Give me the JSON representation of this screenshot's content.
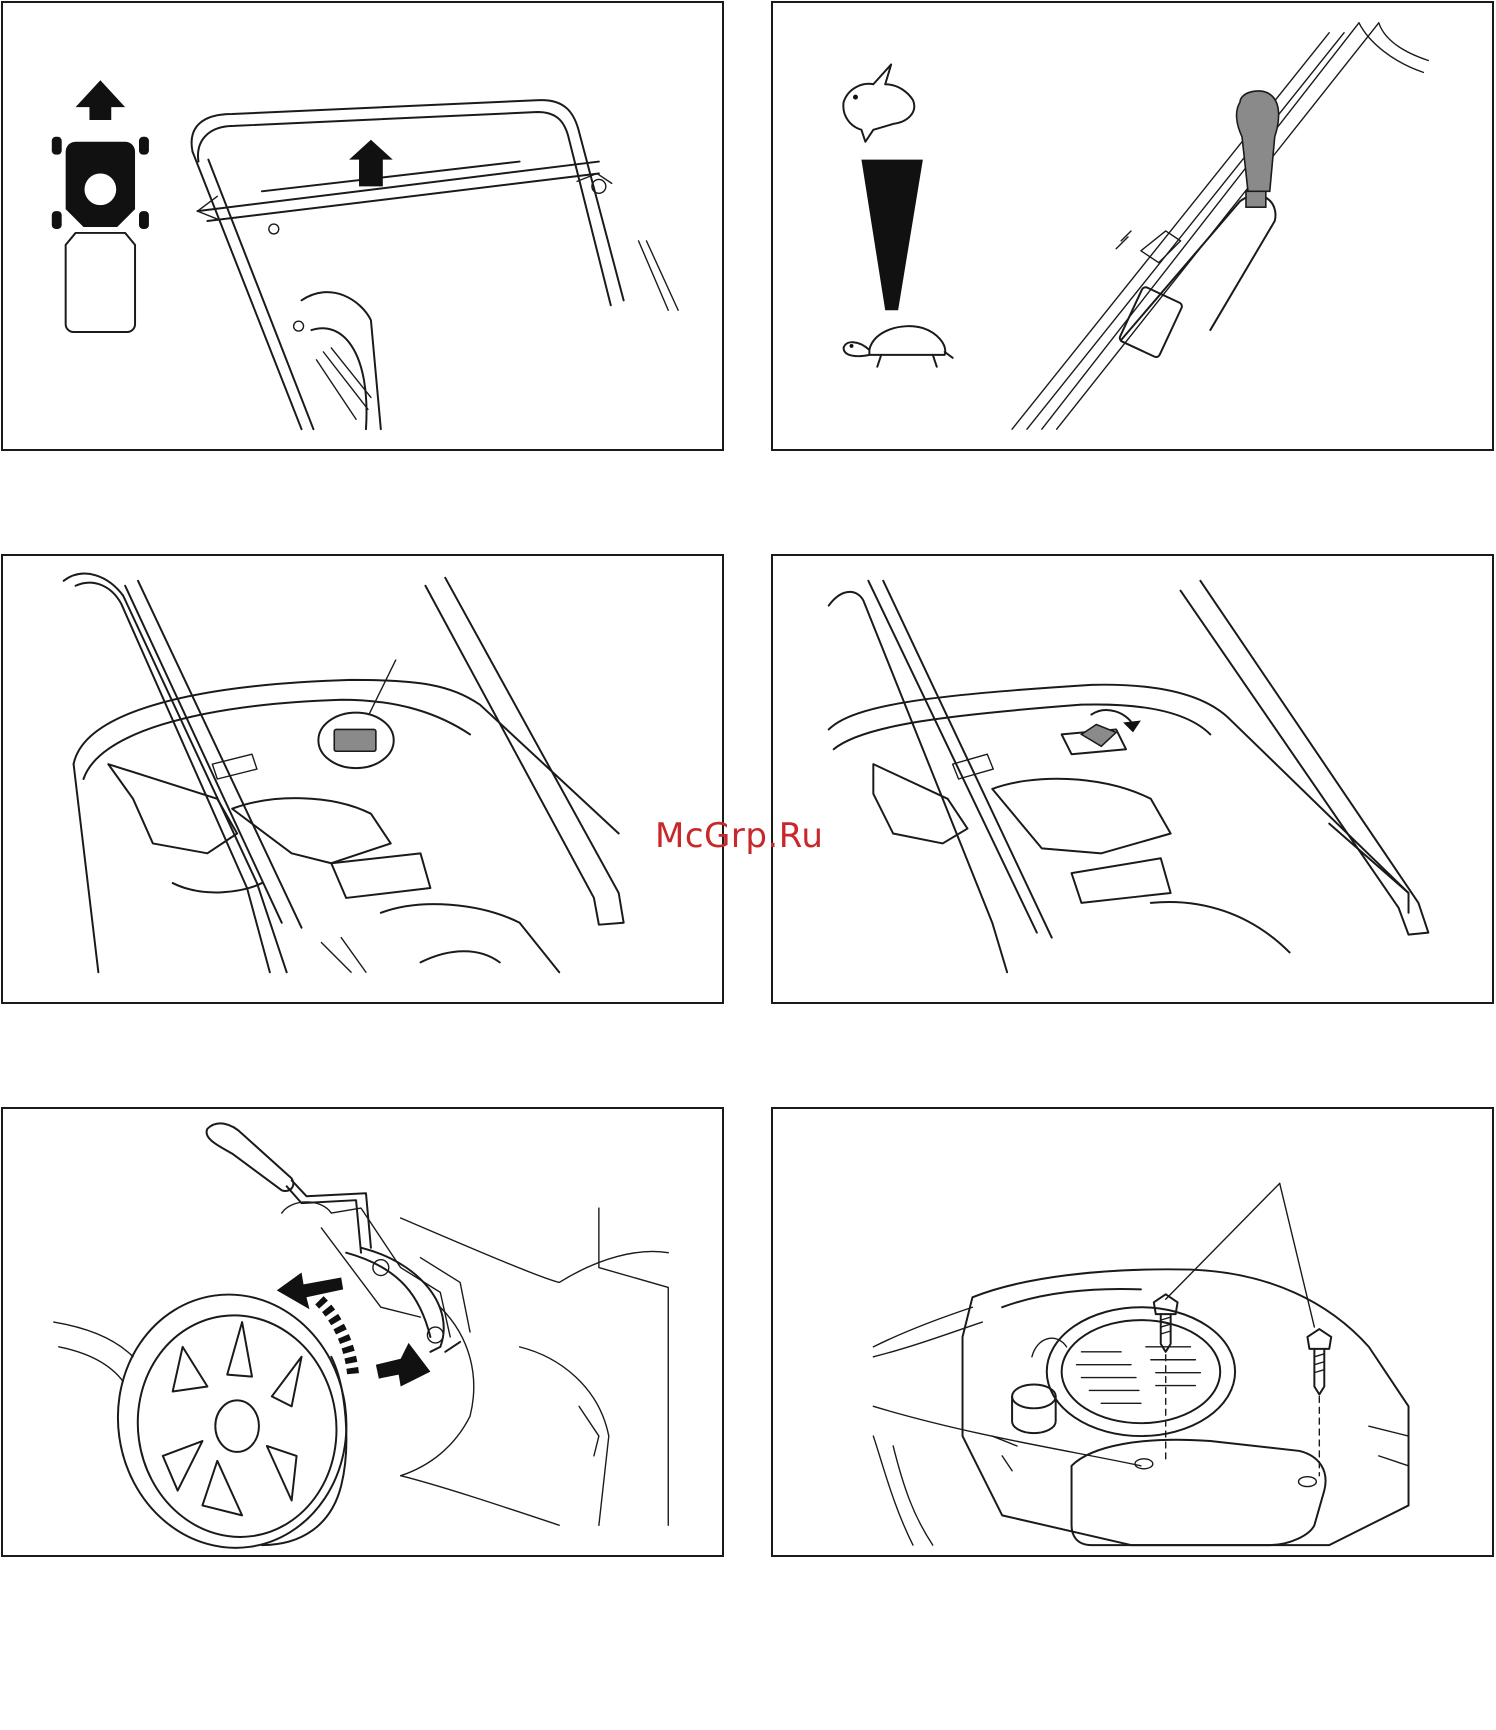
{
  "watermark": {
    "text": "McGrp.Ru",
    "color": "#c8282a"
  },
  "panels": [
    {
      "id": "handle-raise",
      "icons": [
        "up-arrow-icon",
        "mower-top-view-icon",
        "handle-up-arrow-icon"
      ]
    },
    {
      "id": "speed-control",
      "icons": [
        "rabbit-fast-icon",
        "speed-wedge-icon",
        "turtle-slow-icon",
        "speed-lever-knob"
      ]
    },
    {
      "id": "grass-indicator-closed",
      "icons": [
        "indicator-window-icon"
      ]
    },
    {
      "id": "grass-indicator-open",
      "icons": [
        "indicator-flap-icon",
        "curved-arrow-icon"
      ]
    },
    {
      "id": "height-adjust",
      "icons": [
        "height-lever-icon",
        "adjust-arrows-icon",
        "wheel-icon"
      ]
    },
    {
      "id": "engine-cover-screws",
      "icons": [
        "screw-icon",
        "engine-cover-icon"
      ]
    }
  ],
  "colors": {
    "line": "#1a1a1a",
    "lever_gray": "#8a8a8a"
  }
}
